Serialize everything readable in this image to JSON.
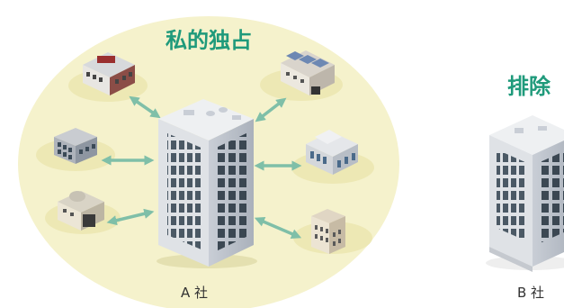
{
  "diagram": {
    "main_title": "私的独占",
    "side_title": "排除",
    "company_a_label": "A 社",
    "company_b_label": "B 社"
  },
  "colors": {
    "circle_fill": "#f5f2cc",
    "title_green": "#1f9a7b",
    "arrow": "#7fbfa8",
    "tower_facade": "#e3e6ea",
    "tower_windows": "#3b4a57",
    "label_text": "#333333"
  },
  "icons": {
    "satellite_buildings": [
      "brick-office-icon",
      "solar-factory-icon",
      "small-office-icon",
      "modern-office-icon",
      "domed-warehouse-icon",
      "apartment-icon"
    ],
    "arrow": "double-arrow-icon"
  }
}
